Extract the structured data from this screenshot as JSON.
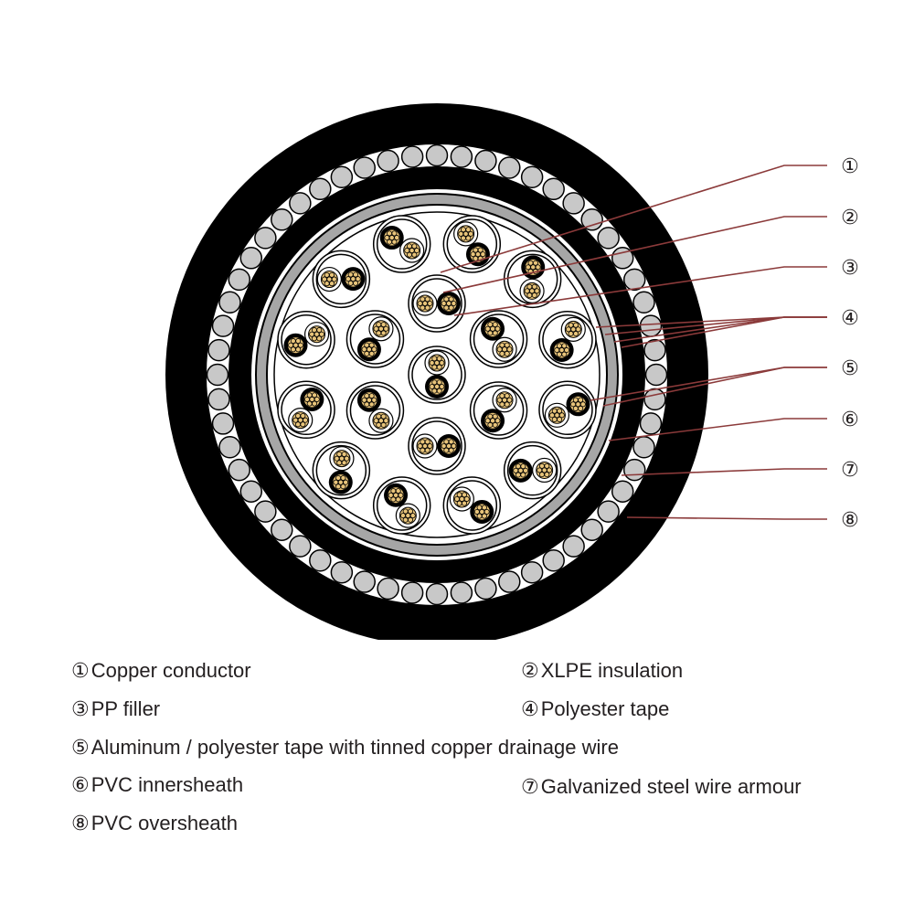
{
  "callouts": [
    "①",
    "②",
    "③",
    "④",
    "⑤",
    "⑥",
    "⑦",
    "⑧"
  ],
  "legend": [
    {
      "num": "①",
      "text": "Copper conductor"
    },
    {
      "num": "②",
      "text": "XLPE insulation"
    },
    {
      "num": "③",
      "text": "PP filler"
    },
    {
      "num": "④",
      "text": "Polyester tape"
    },
    {
      "num": "⑤",
      "text": "Aluminum / polyester tape with tinned copper drainage wire"
    },
    {
      "num": "⑥",
      "text": "PVC innersheath"
    },
    {
      "num": "⑦",
      "text": "Galvanized steel wire armour"
    },
    {
      "num": "⑧",
      "text": "PVC oversheath"
    }
  ],
  "colors": {
    "sheath": "#000000",
    "armour_wire": "#c8c8c8",
    "screen": "#a6a6a6",
    "conductor": "#e8c47a",
    "leader_line": "#8b3a3a",
    "text": "#231f20"
  }
}
